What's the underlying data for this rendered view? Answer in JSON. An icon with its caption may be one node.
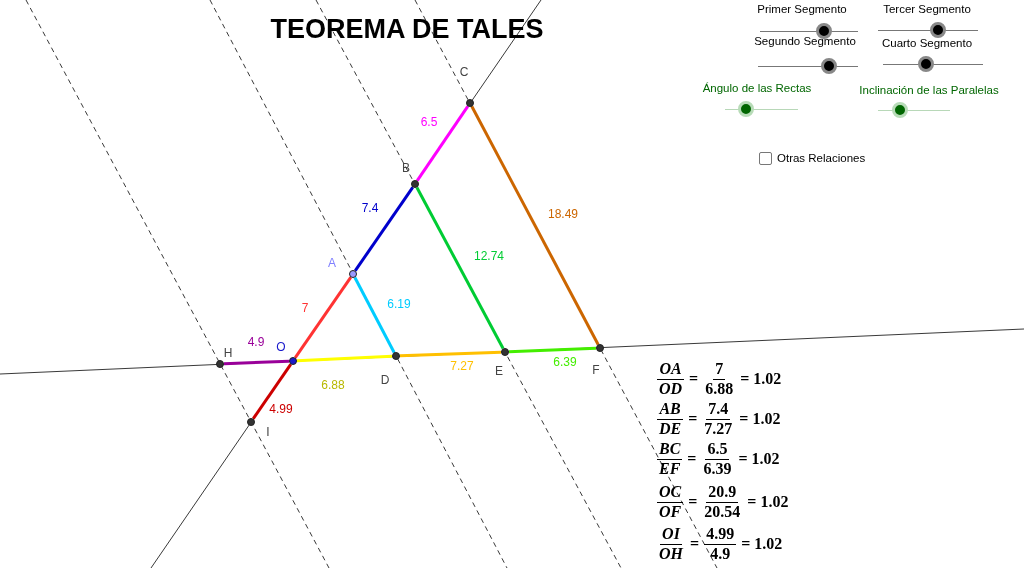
{
  "diagram": {
    "title": "TEOREMA DE TALES",
    "nodes": [
      {
        "text": [],
        "shape": "circle",
        "beside": [
          "C"
        ]
      },
      {
        "text": [],
        "shape": "circle",
        "beside": [
          "B"
        ]
      },
      {
        "text": [],
        "shape": "circle",
        "beside": [
          "A"
        ]
      },
      {
        "text": [],
        "shape": "circle",
        "beside": [
          "H"
        ]
      },
      {
        "text": [],
        "shape": "circle",
        "beside": [
          "O"
        ]
      },
      {
        "text": [],
        "shape": "circle",
        "beside": [
          "D"
        ]
      },
      {
        "text": [],
        "shape": "circle",
        "beside": [
          "E"
        ]
      },
      {
        "text": [],
        "shape": "circle",
        "beside": [
          "F"
        ]
      },
      {
        "text": [],
        "shape": "circle",
        "beside": [
          "I"
        ]
      }
    ],
    "edges": [
      {
        "from": 4,
        "to": 2,
        "arrow": "none",
        "label": "7",
        "color": "#ff3333"
      },
      {
        "from": 2,
        "to": 1,
        "arrow": "none",
        "label": "7.4",
        "color": "#0000cc"
      },
      {
        "from": 1,
        "to": 0,
        "arrow": "none",
        "label": "6.5",
        "color": "#ff00ff"
      },
      {
        "from": 4,
        "to": 3,
        "arrow": "none",
        "label": "4.9",
        "color": "#990099"
      },
      {
        "from": 4,
        "to": 8,
        "arrow": "none",
        "label": "4.99",
        "color": "#cc0000"
      },
      {
        "from": 4,
        "to": 5,
        "arrow": "none",
        "label": "6.88",
        "color": "#ffff00"
      },
      {
        "from": 5,
        "to": 6,
        "arrow": "none",
        "label": "7.27",
        "color": "#ffc000"
      },
      {
        "from": 6,
        "to": 7,
        "arrow": "none",
        "label": "6.39",
        "color": "#44ee00"
      },
      {
        "from": 2,
        "to": 5,
        "arrow": "none",
        "label": "6.19",
        "color": "#00ccff"
      },
      {
        "from": 1,
        "to": 6,
        "arrow": "none",
        "label": "12.74",
        "color": "#00cc33"
      },
      {
        "from": 0,
        "to": 7,
        "arrow": "none",
        "label": "18.49",
        "color": "#cc6600"
      }
    ],
    "labels": [
      "Primer Segmento",
      "Tercer Segmento",
      "Segundo Segmento",
      "Cuarto Segmento",
      "Ángulo de las Rectas",
      "Inclinación de las Paralelas",
      "Otras Relaciones",
      "OA",
      "OD",
      "=",
      "7",
      "6.88",
      "= 1.02",
      "AB",
      "DE",
      "=",
      "7.4",
      "7.27",
      "= 1.02",
      "BC",
      "EF",
      "=",
      "6.5",
      "6.39",
      "= 1.02",
      "OC",
      "OF",
      "=",
      "20.9",
      "20.54",
      "= 1.02",
      "OI",
      "OH",
      "=",
      "4.99",
      "4.9",
      "= 1.02"
    ]
  }
}
